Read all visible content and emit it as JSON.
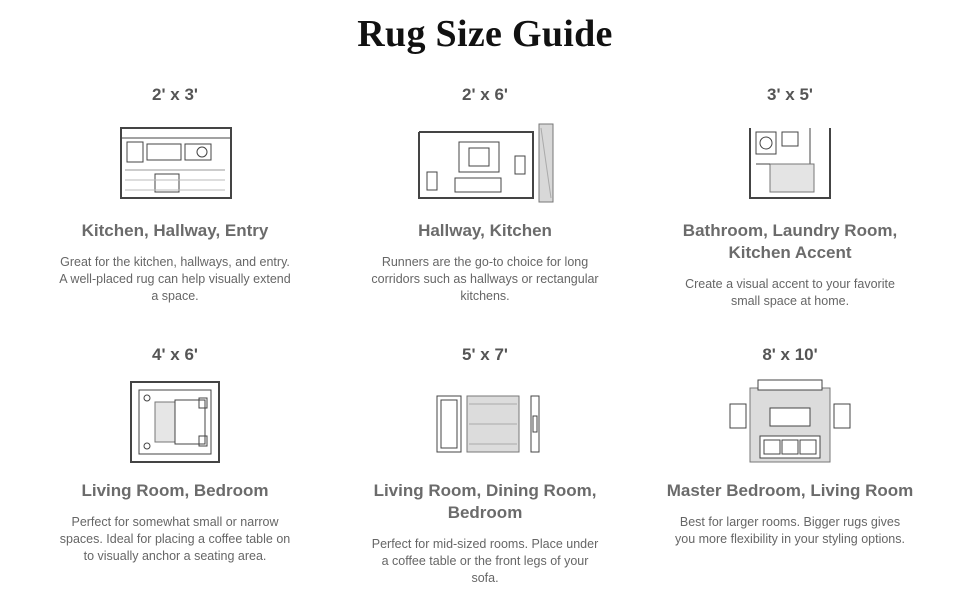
{
  "title": "Rug Size Guide",
  "cards": [
    {
      "size": "2' x 3'",
      "heading": "Kitchen, Hallway, Entry",
      "description": "Great for the kitchen, hallways, and entry. A well-placed  rug  can help visually extend a space.",
      "icon": "kitchen-floor-plan-icon"
    },
    {
      "size": "2' x 6'",
      "heading": "Hallway, Kitchen",
      "description": "Runners are the go-to choice for long corridors such as hallways or rectangular kitchens.",
      "icon": "hallway-floor-plan-icon"
    },
    {
      "size": "3' x 5'",
      "heading": "Bathroom, Laundry Room, Kitchen Accent",
      "description": "Create a visual accent to your favorite small space at home.",
      "icon": "bathroom-floor-plan-icon"
    },
    {
      "size": "4' x 6'",
      "heading": "Living Room, Bedroom",
      "description": "Perfect for somewhat small or narrow spaces. Ideal for placing a coffee table on to visually anchor a seating area.",
      "icon": "bedroom-floor-plan-icon"
    },
    {
      "size": "5' x 7'",
      "heading": "Living Room, Dining Room, Bedroom",
      "description": "Perfect for mid-sized rooms. Place under a coffee table or the front legs of your sofa.",
      "icon": "living-room-floor-plan-icon"
    },
    {
      "size": "8' x 10'",
      "heading": "Master Bedroom, Living Room",
      "description": "Best for larger rooms. Bigger rugs gives you more flexibility in your styling options.",
      "icon": "dining-floor-plan-icon"
    }
  ]
}
